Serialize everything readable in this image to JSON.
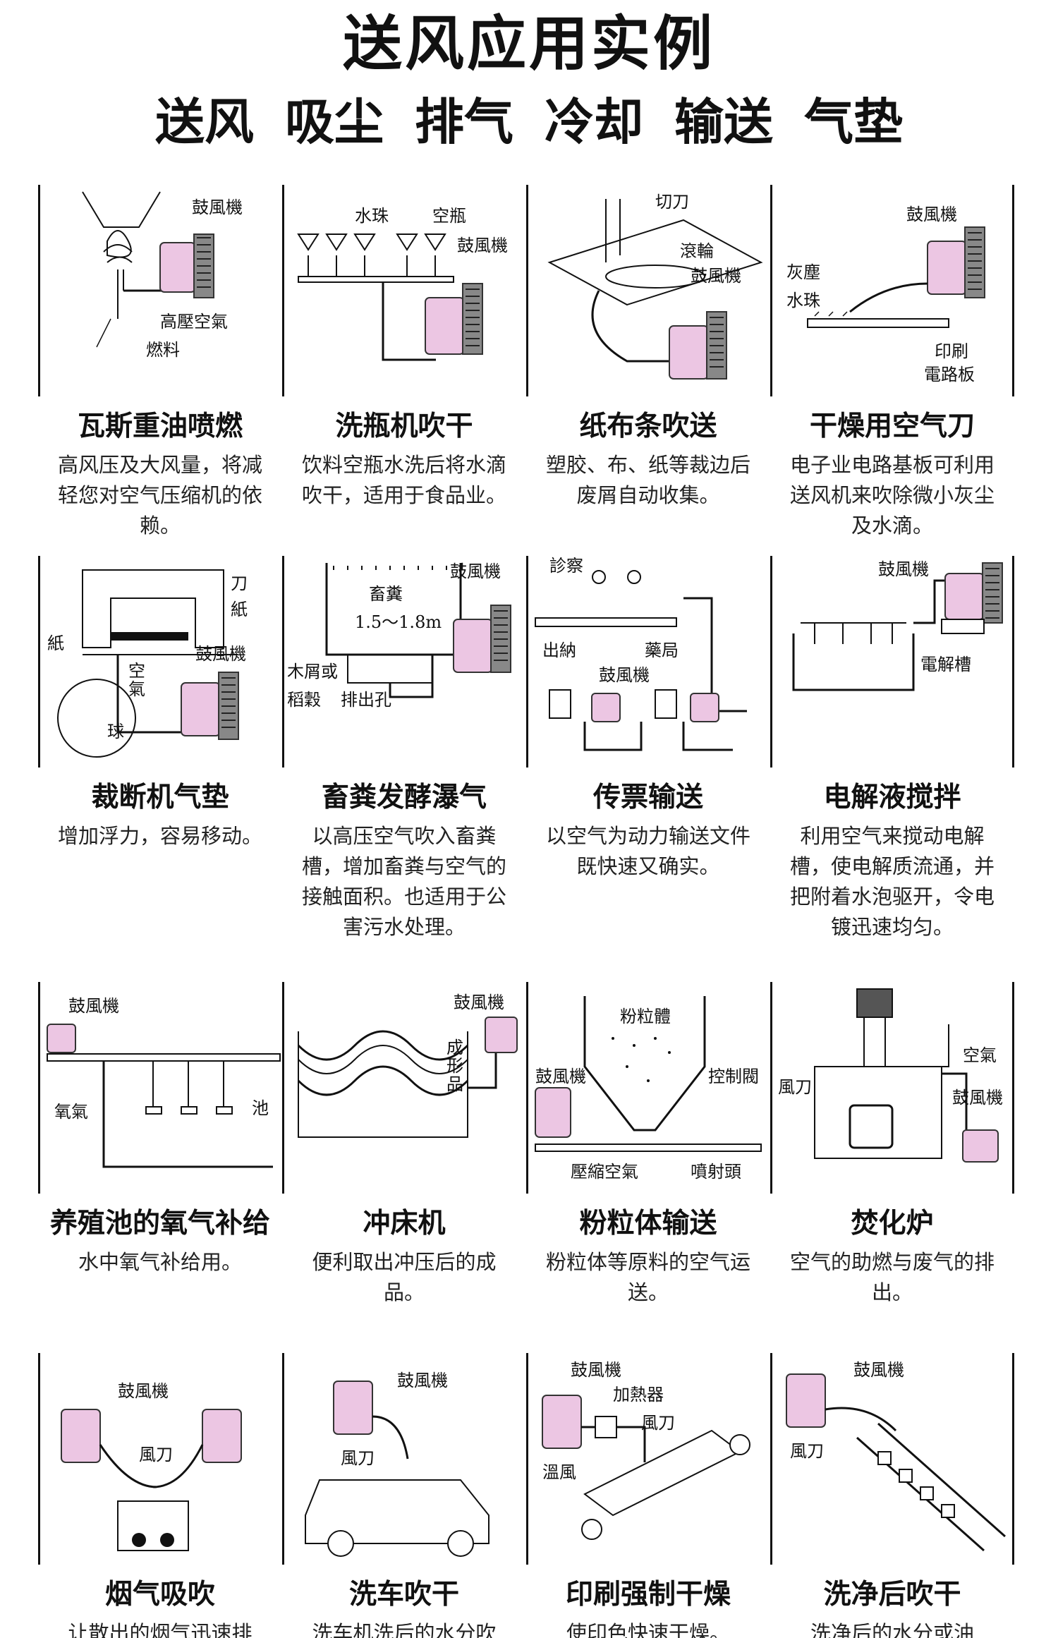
{
  "header": {
    "title": "送风应用实例",
    "tags": [
      "送风",
      "吸尘",
      "排气",
      "冷却",
      "输送",
      "气垫"
    ]
  },
  "cells": [
    {
      "title": "瓦斯重油喷燃",
      "desc": "高风压及大风量，将减轻您对空气压缩机的依赖。",
      "labels": [
        "鼓風機",
        "高壓空氣",
        "燃料"
      ]
    },
    {
      "title": "洗瓶机吹干",
      "desc": "饮料空瓶水洗后将水滴吹干，适用于食品业。",
      "labels": [
        "水珠",
        "空瓶",
        "鼓風機"
      ]
    },
    {
      "title": "纸布条吹送",
      "desc": "塑胶、布、纸等裁边后废屑自动收集。",
      "labels": [
        "切刀",
        "滾輪",
        "鼓風機"
      ]
    },
    {
      "title": "干燥用空气刀",
      "desc": "电子业电路基板可利用送风机来吹除微小灰尘及水滴。",
      "labels": [
        "鼓風機",
        "灰塵",
        "水珠",
        "印刷",
        "電路板"
      ]
    },
    {
      "title": "裁断机气垫",
      "desc": "增加浮力，容易移动。",
      "labels": [
        "刀",
        "紙",
        "紙",
        "鼓風機",
        "空氣",
        "球"
      ]
    },
    {
      "title": "畜粪发酵瀑气",
      "desc": "以高压空气吹入畜粪槽，增加畜粪与空气的接触面积。也适用于公害污水处理。",
      "labels": [
        "鼓風機",
        "畜糞",
        "1.5〜1.8m",
        "木屑或",
        "稻穀",
        "排出孔"
      ]
    },
    {
      "title": "传票输送",
      "desc": "以空气为动力输送文件既快速又确实。",
      "labels": [
        "診察",
        "出納",
        "藥局",
        "鼓風機"
      ]
    },
    {
      "title": "电解液搅拌",
      "desc": "利用空气来搅动电解槽，使电解质流通，并把附着水泡驱开，令电镀迅速均匀。",
      "labels": [
        "鼓風機",
        "電解槽"
      ]
    },
    {
      "title": "养殖池的氧气补给",
      "desc": "水中氧气补给用。",
      "labels": [
        "鼓風機",
        "氧氣",
        "池"
      ]
    },
    {
      "title": "冲床机",
      "desc": "便利取出冲压后的成品。",
      "labels": [
        "鼓風機",
        "成形品"
      ]
    },
    {
      "title": "粉粒体输送",
      "desc": "粉粒体等原料的空气运送。",
      "labels": [
        "粉粒體",
        "鼓風機",
        "控制閥",
        "壓縮空氣",
        "噴射頭"
      ]
    },
    {
      "title": "焚化炉",
      "desc": "空气的助燃与废气的排出。",
      "labels": [
        "空氣",
        "風刀",
        "鼓風機"
      ]
    },
    {
      "title": "烟气吸吹",
      "desc": "让散出的烟气迅速排",
      "labels": [
        "鼓風機",
        "風刀"
      ]
    },
    {
      "title": "洗车吹干",
      "desc": "洗车机洗后的水分吹干。",
      "labels": [
        "鼓風機",
        "風刀"
      ]
    },
    {
      "title": "印刷强制干燥",
      "desc": "使印色快速干燥。",
      "labels": [
        "鼓風機",
        "加熱器",
        "風刀",
        "溫風"
      ]
    },
    {
      "title": "洗净后吹干",
      "desc": "洗净后的水分或油",
      "labels": [
        "鼓風機",
        "風刀"
      ]
    }
  ],
  "colors": {
    "blower_pink": "#ecc6e3",
    "blower_dark": "#333333",
    "line": "#111111"
  }
}
